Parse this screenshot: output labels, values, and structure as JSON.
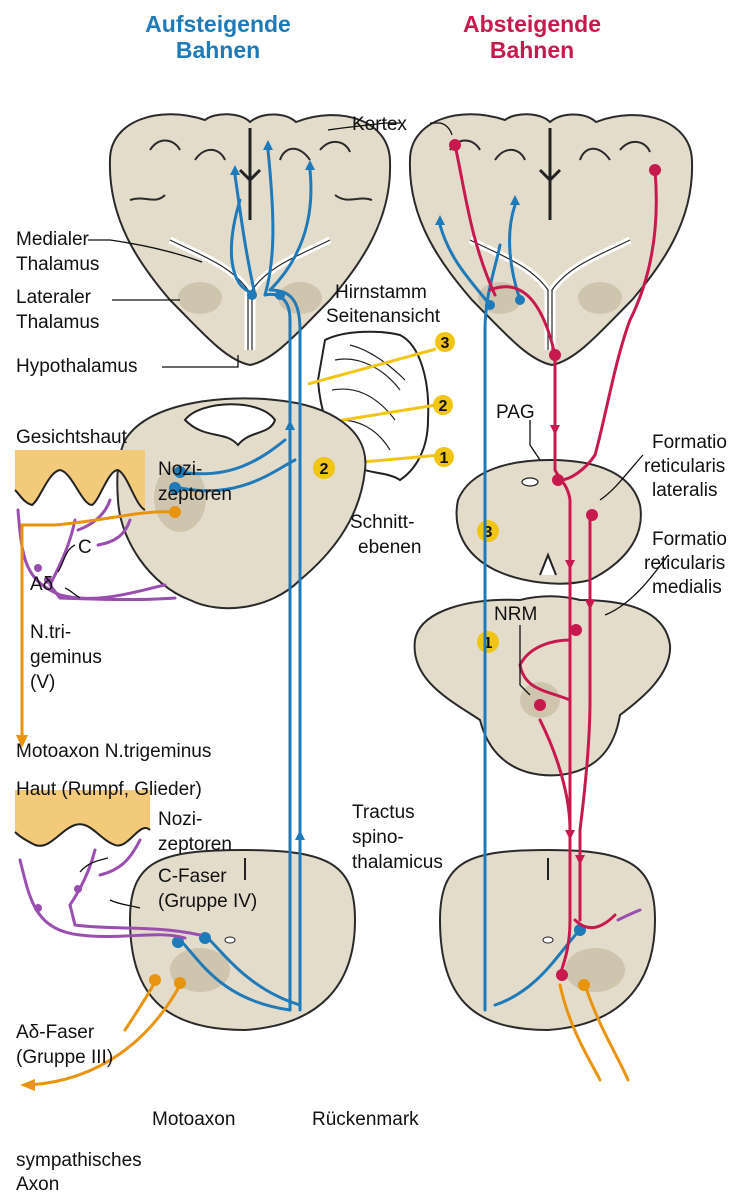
{
  "headers": {
    "ascending": "Aufsteigende\nBahnen",
    "ascending_l1": "Aufsteigende",
    "ascending_l2": "Bahnen",
    "descending_l1": "Absteigende",
    "descending_l2": "Bahnen"
  },
  "colors": {
    "ascending": "#1e7ab8",
    "descending": "#c8194f",
    "afferent": "#9a4fb0",
    "efferent": "#e8940f",
    "marker": "#f0c514",
    "tissue": "#e3dccb"
  },
  "labels": {
    "kortex": "Kortex",
    "medialer_l1": "Medialer",
    "medialer_l2": "Thalamus",
    "lateraler_l1": "Lateraler",
    "lateraler_l2": "Thalamus",
    "hypothalamus": "Hypothalamus",
    "hirnstamm_l1": "Hirnstamm",
    "hirnstamm_l2": "Seitenansicht",
    "schnitt_l1": "Schnitt-",
    "schnitt_l2": "ebenen",
    "gesichtshaut": "Gesichtshaut",
    "nozi1_l1": "Nozi-",
    "nozi1_l2": "zeptoren",
    "c": "C",
    "adelta": "Aδ",
    "ntri_l1": "N.tri-",
    "ntri_l2": "geminus",
    "ntri_l3": "(V)",
    "motoaxon_tri": "Motoaxon N.trigeminus",
    "haut": "Haut (Rumpf, Glieder)",
    "nozi2_l1": "Nozi-",
    "nozi2_l2": "zeptoren",
    "cfaser_l1": "C-Faser",
    "cfaser_l2": "(Gruppe IV)",
    "adfaser_l1": "Aδ-Faser",
    "adfaser_l2": "(Gruppe III)",
    "tractus_l1": "Tractus",
    "tractus_l2": "spino-",
    "tractus_l3": "thalamicus",
    "motoaxon": "Motoaxon",
    "rueckenmark": "Rückenmark",
    "sympath_l1": "sympathisches",
    "sympath_l2": "Axon",
    "pag": "PAG",
    "frl_l1": "Formatio",
    "frl_l2": "reticularis",
    "frl_l3": "lateralis",
    "frm_l1": "Formatio",
    "frm_l2": "reticularis",
    "frm_l3": "medialis",
    "nrm": "NRM"
  },
  "markers": {
    "m1": "1",
    "m2": "2",
    "m3": "3"
  }
}
